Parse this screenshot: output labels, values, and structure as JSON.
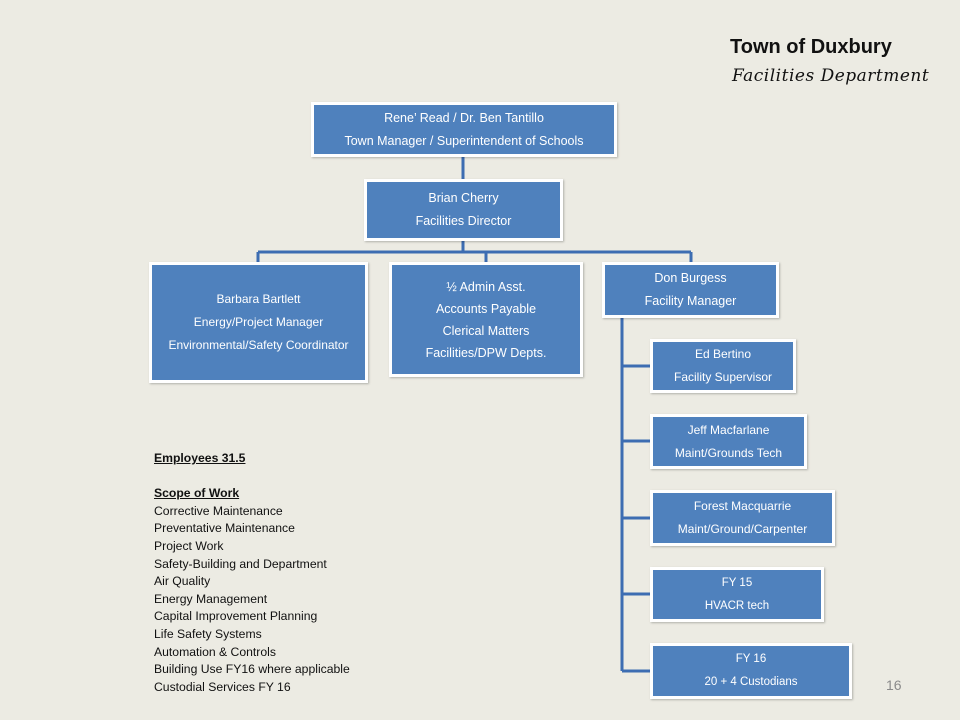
{
  "header": {
    "title": "Town of Duxbury",
    "subtitle": "Facilities Department"
  },
  "org": {
    "top": {
      "name": "Rene’ Read / Dr. Ben Tantillo",
      "role": "Town Manager / Superintendent of Schools"
    },
    "director": {
      "name": "Brian Cherry",
      "role": "Facilities Director"
    },
    "reports": [
      {
        "lines": [
          "Barbara Bartlett",
          "Energy/Project Manager",
          "Environmental/Safety Coordinator"
        ]
      },
      {
        "lines": [
          "½ Admin Asst.",
          "Accounts Payable",
          "Clerical Matters",
          "Facilities/DPW Depts."
        ]
      },
      {
        "lines": [
          "Don Burgess",
          "Facility Manager"
        ]
      }
    ],
    "manager_staff": [
      {
        "lines": [
          "Ed Bertino",
          "Facility Supervisor"
        ]
      },
      {
        "lines": [
          "Jeff Macfarlane",
          "Maint/Grounds Tech"
        ]
      },
      {
        "lines": [
          "Forest Macquarrie",
          "Maint/Ground/Carpenter"
        ]
      },
      {
        "lines": [
          "FY 15",
          "HVACR tech"
        ]
      },
      {
        "lines": [
          "FY 16",
          "20 + 4 Custodians"
        ]
      }
    ]
  },
  "notes": {
    "employees": "Employees 31.5",
    "scope_heading": "Scope of Work",
    "scope_items": [
      "Corrective Maintenance",
      "Preventative Maintenance",
      "Project Work",
      "Safety-Building and Department",
      "Air Quality",
      "Energy Management",
      "Capital Improvement Planning",
      "Life Safety Systems",
      "Automation & Controls",
      "Building Use FY16 where applicable",
      "Custodial Services FY 16"
    ]
  },
  "page_number": "16",
  "colors": {
    "box_fill": "#4f81bd",
    "connector": "#3d6db2",
    "background": "#ecebe3"
  }
}
